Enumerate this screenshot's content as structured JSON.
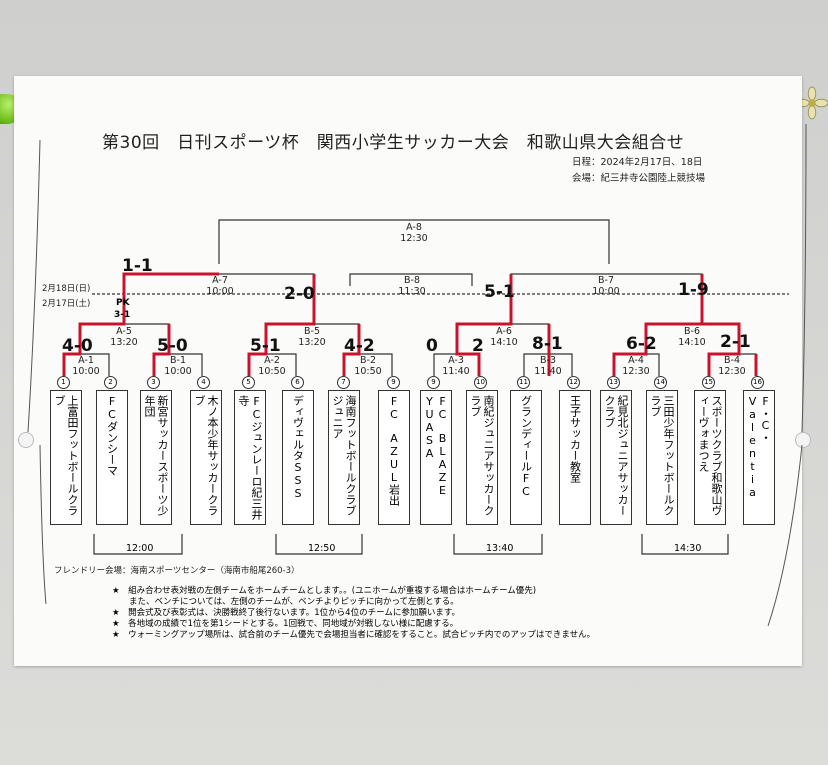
{
  "title": "第30回　日刊スポーツ杯　関西小学生サッカー大会　和歌山県大会組合せ",
  "date_line": "日程：2024年2月17日、18日",
  "venue_line": "会場：紀三井寺公園陸上競技場",
  "day_labels": {
    "day2": "2月18日(日)",
    "day1": "2月17日(土)"
  },
  "matches": {
    "A8": {
      "code": "A-8",
      "time": "12:30"
    },
    "A7": {
      "code": "A-7",
      "time": "10:00"
    },
    "B8": {
      "code": "B-8",
      "time": "11:30"
    },
    "B7": {
      "code": "B-7",
      "time": "10:00"
    },
    "A5": {
      "code": "A-5",
      "time": "13:20"
    },
    "B5": {
      "code": "B-5",
      "time": "13:20"
    },
    "A6": {
      "code": "A-6",
      "time": "14:10"
    },
    "B6": {
      "code": "B-6",
      "time": "14:10"
    },
    "A1": {
      "code": "A-1",
      "time": "10:00"
    },
    "B1": {
      "code": "B-1",
      "time": "10:00"
    },
    "A2": {
      "code": "A-2",
      "time": "10:50"
    },
    "B2": {
      "code": "B-2",
      "time": "10:50"
    },
    "A3": {
      "code": "A-3",
      "time": "11:40"
    },
    "B3": {
      "code": "B-3",
      "time": "11:40"
    },
    "A4": {
      "code": "A-4",
      "time": "12:30"
    },
    "B4": {
      "code": "B-4",
      "time": "12:30"
    }
  },
  "teams": [
    {
      "no": "1",
      "name": "上富田フットボールクラブ"
    },
    {
      "no": "2",
      "name": "FCダンシーマ"
    },
    {
      "no": "3",
      "name": "新宮サッカースポーツ少年団"
    },
    {
      "no": "4",
      "name": "木ノ本少年サッカークラブ"
    },
    {
      "no": "5",
      "name": "FCジュンレーロ紀三井寺"
    },
    {
      "no": "6",
      "name": "ディヴェルタSSS"
    },
    {
      "no": "7",
      "name": "海南フットボールクラブジュニア"
    },
    {
      "no": "9",
      "name": "FC　AZUL岩出"
    },
    {
      "no": "9",
      "name": "FC　BLAZE　YUASA"
    },
    {
      "no": "10",
      "name": "南紀ジュニアサッカークラブ"
    },
    {
      "no": "11",
      "name": "グランディールFC"
    },
    {
      "no": "12",
      "name": "王子サッカー教室"
    },
    {
      "no": "13",
      "name": "紀見北ジュニアサッカークラブ"
    },
    {
      "no": "14",
      "name": "三田少年フットボールクラブ"
    },
    {
      "no": "15",
      "name": "スポーツクラブ和歌山ヴィーヴォまつえ"
    },
    {
      "no": "16",
      "name": "F・C・Valentia"
    }
  ],
  "scores": {
    "s_a7": "1-1",
    "pk_a": "PK",
    "pk_b": "3-1",
    "s_b7left": "2-0",
    "s_b7mid": "5-1",
    "s_b7right": "1-9",
    "s_a1": "4-0",
    "s_b1": "5-0",
    "s_a2": "5-1",
    "s_b2": "4-2",
    "s_a3": "0",
    "s_a3b": "2",
    "s_b3": "8-1",
    "s_a4": "6-2",
    "s_b4": "2-1"
  },
  "friendly": "フレンドリー会場：海南スポーツセンター（海南市船尾260-3）",
  "group_times": [
    "12:00",
    "12:50",
    "13:40",
    "14:30"
  ],
  "notes": [
    "★　組み合わせ表対戦の左側チームをホームチームとします。。(ユニホームが重複する場合はホームチーム優先)",
    "　　また、ベンチについては、左側のチームが、ベンチよりピッチに向かって左側とする。",
    "★　開会式及び表彰式は、決勝戦終了後行ないます。1位から4位のチームに参加願います。",
    "★　各地域の成績で1位を第1シードとする。1回戦で、同地域が対戦しない様に配慮する。",
    "★　ウォーミングアップ場所は、試合前のチーム優先で会場担当者に確認をすること。試合ピッチ内でのアップはできません。"
  ],
  "colors": {
    "bracket": "#333333",
    "winner": "#c8132d",
    "magnet": "#7cc52a"
  }
}
